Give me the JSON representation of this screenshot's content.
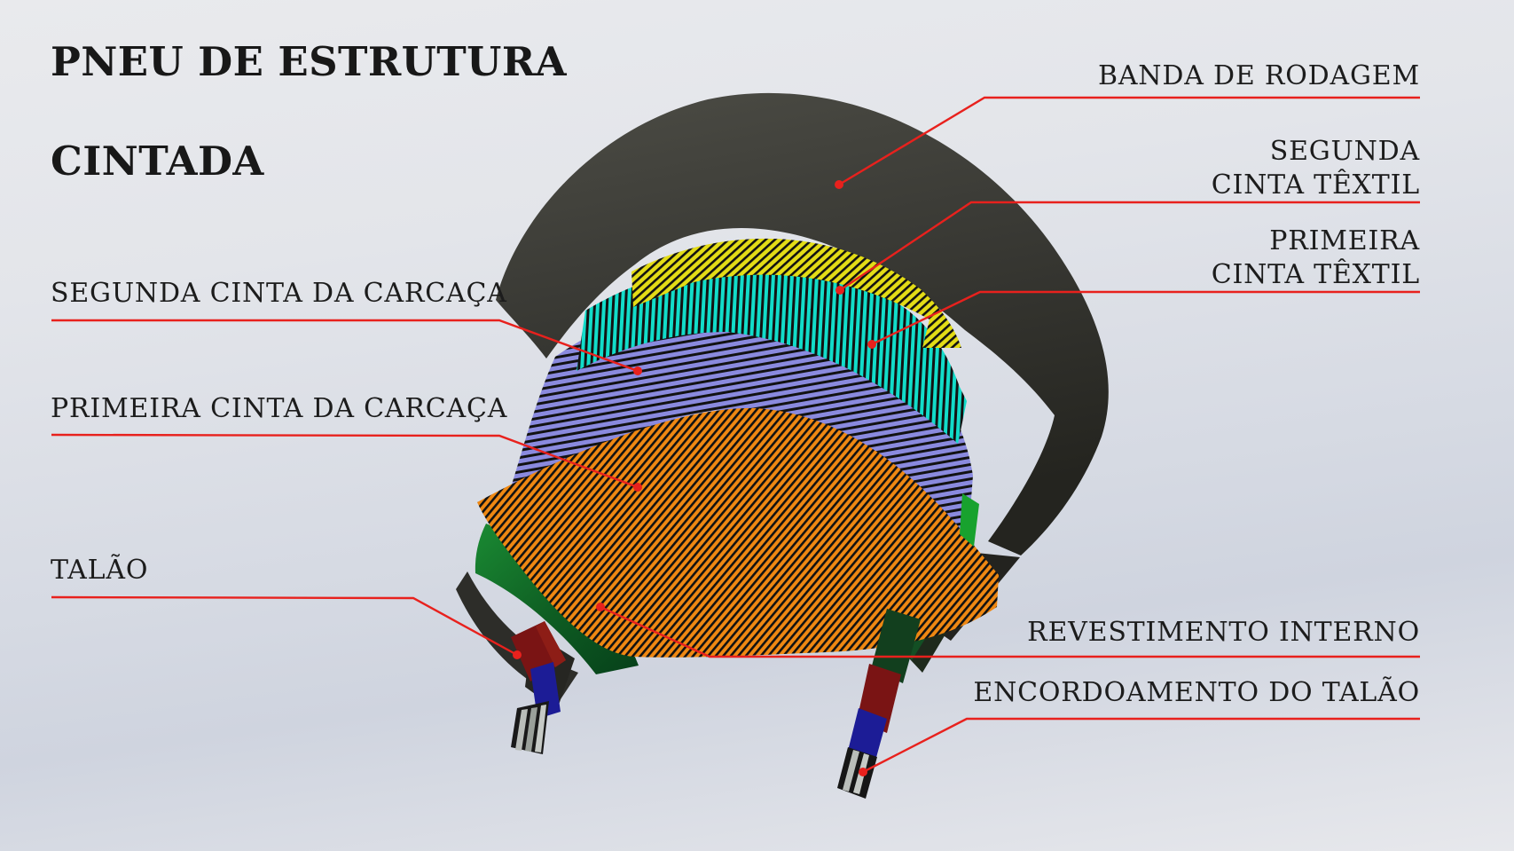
{
  "title": {
    "line1": "PNEU DE ESTRUTURA",
    "line2": "CINTADA"
  },
  "labels": {
    "banda_de_rodagem": "BANDA DE RODAGEM",
    "segunda_cinta_textil_line1": "SEGUNDA",
    "segunda_cinta_textil_line2": "CINTA TÊXTIL",
    "primeira_cinta_textil_line1": "PRIMEIRA",
    "primeira_cinta_textil_line2": "CINTA TÊXTIL",
    "segunda_cinta_carcaca": "SEGUNDA CINTA DA CARCAÇA",
    "primeira_cinta_carcaca": "PRIMEIRA CINTA DA CARCAÇA",
    "talao": "TALÃO",
    "revestimento_interno": "REVESTIMENTO INTERNO",
    "encordoamento_talao": "ENCORDOAMENTO DO TALÃO"
  },
  "colors": {
    "accent_red": "#e8211d",
    "text": "#1c1c1c",
    "tread_dark": "#3a3a35",
    "belt_yellow": "#e3dc16",
    "belt_cyan": "#12dcc9",
    "carcass_purple": "#8a8ade",
    "carcass_orange": "#ef8812",
    "inner_green": "#157a2c",
    "inner_green_bright": "#18a22e",
    "bead_red": "#7a1414",
    "bead_blue": "#1c1c96",
    "cord_steel": "#b9bdb9",
    "hatch_black": "#121212"
  }
}
